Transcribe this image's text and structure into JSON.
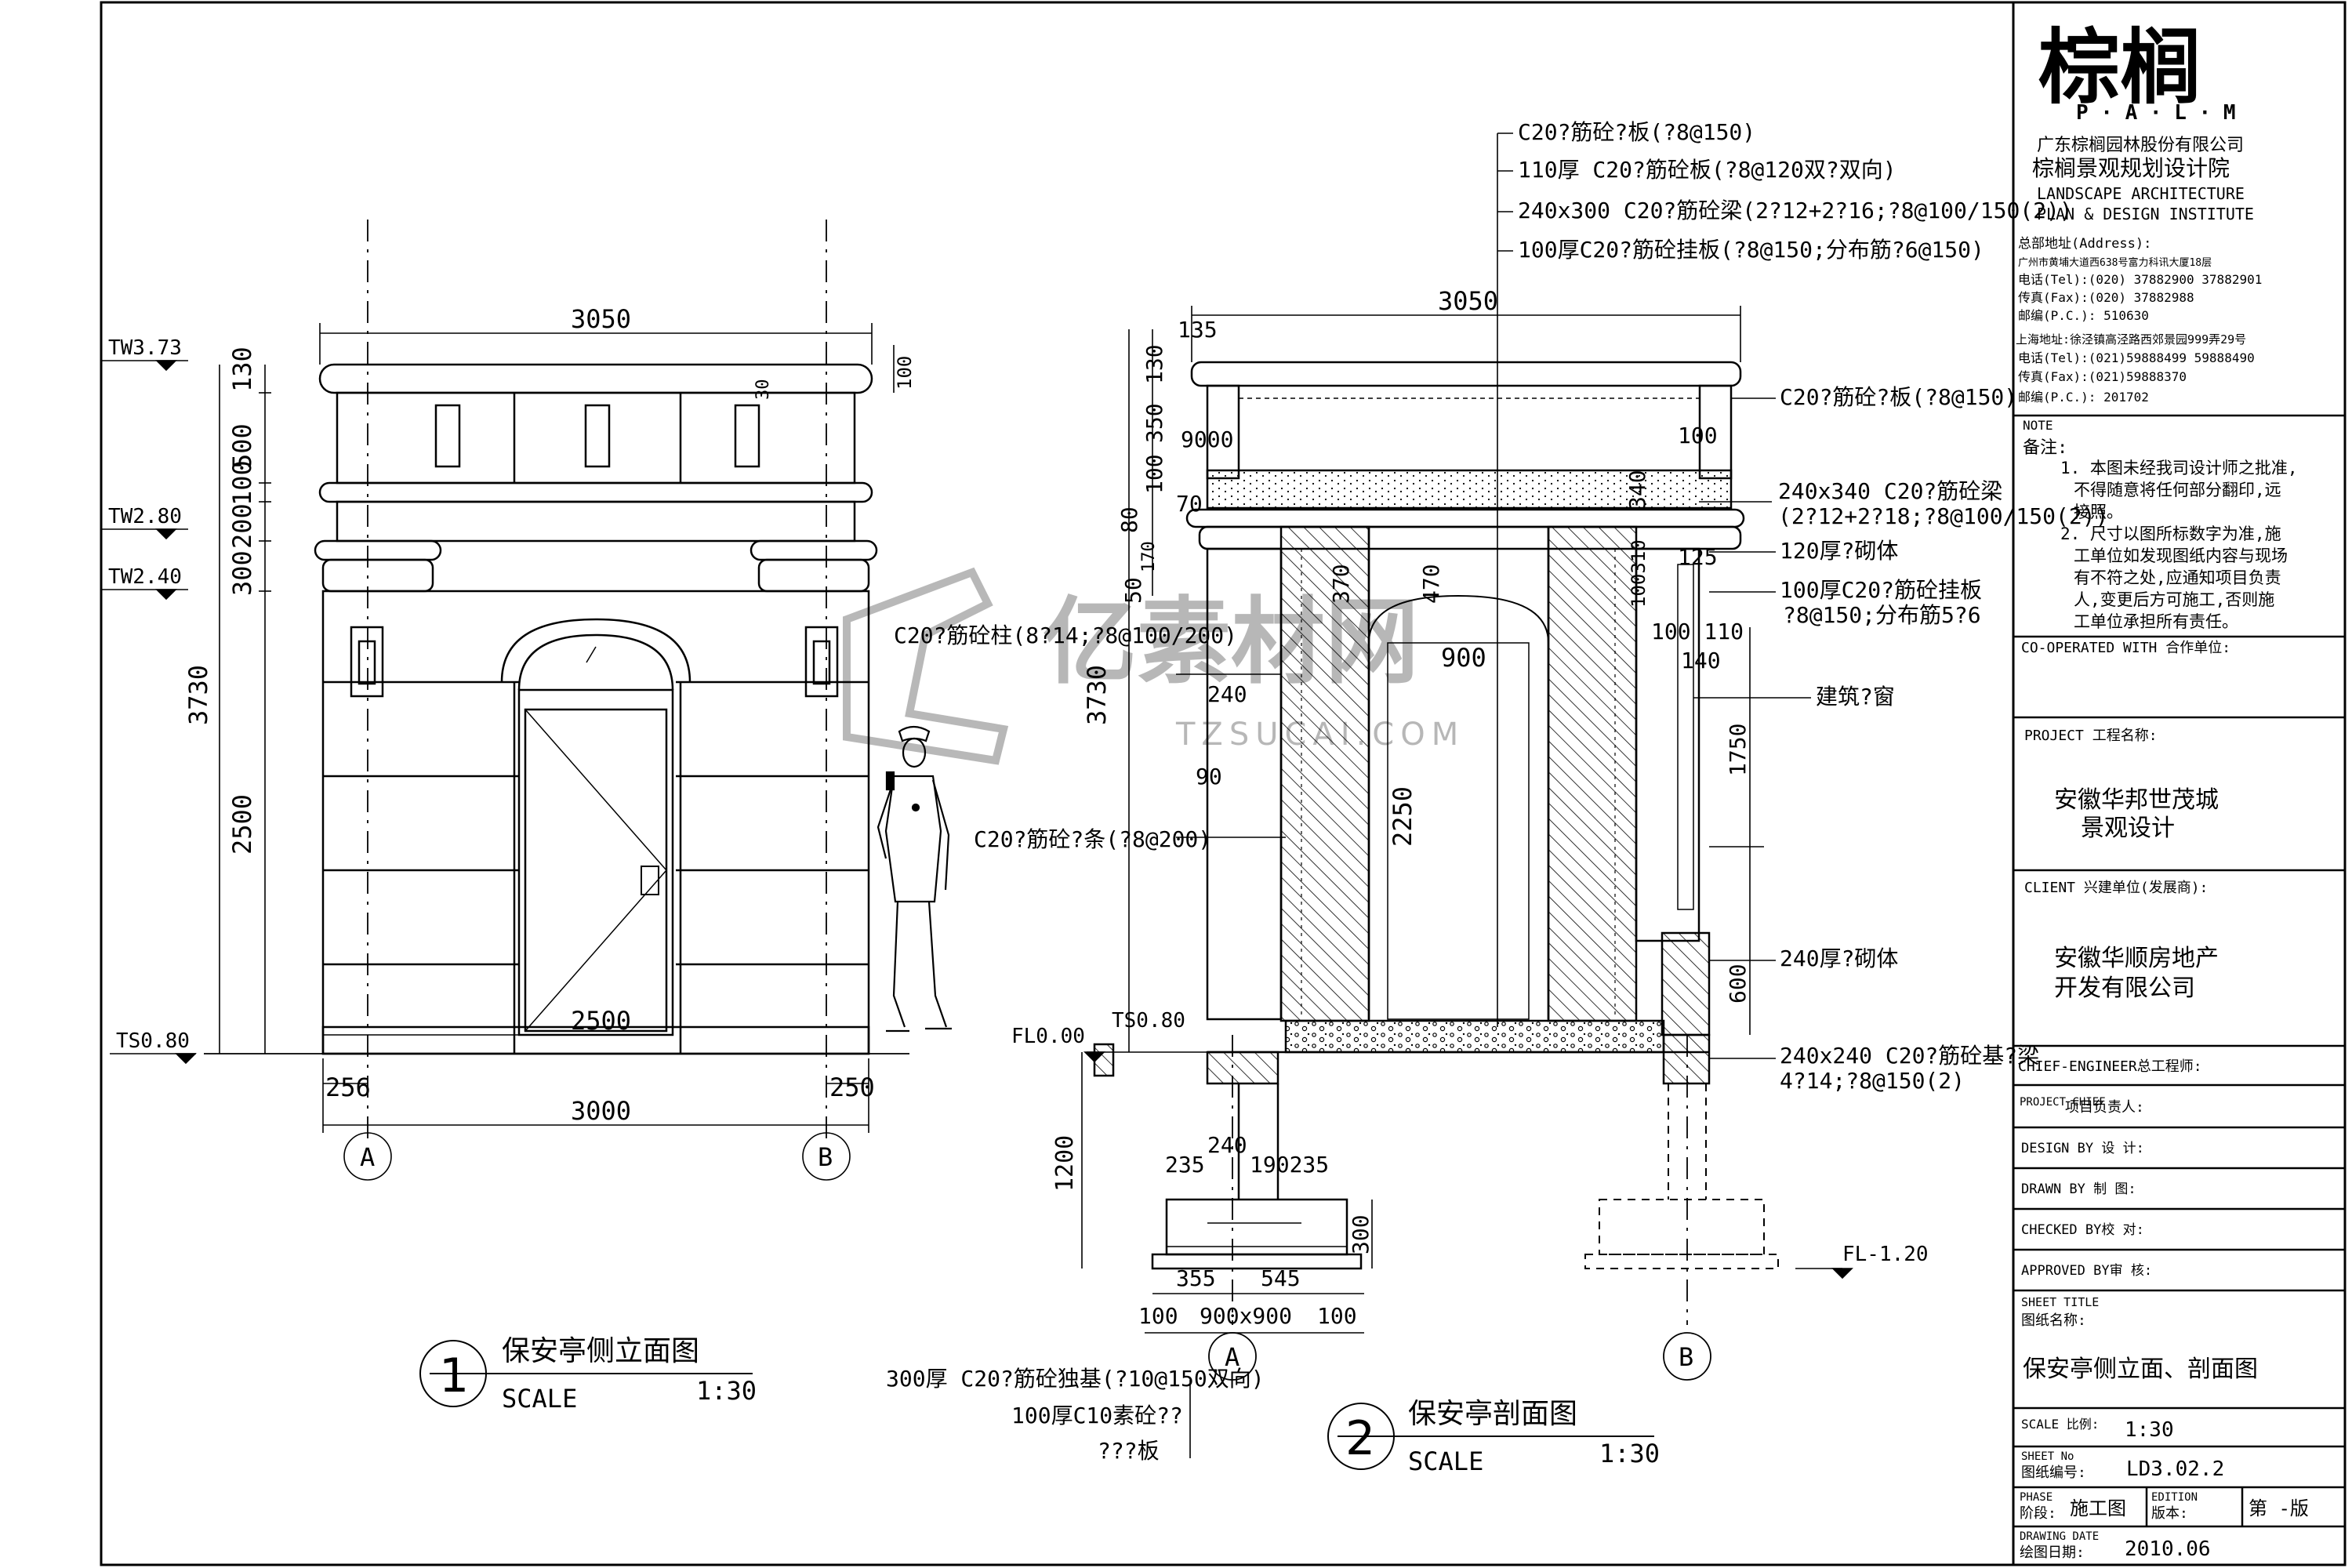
{
  "elevation": {
    "title": "保安亭侧立面图",
    "number": "1",
    "scale_word": "SCALE",
    "scale": "1:30",
    "dims": {
      "top_width": "3050",
      "door_width": "2500",
      "base_width": "3000",
      "left_offset": "256",
      "right_offset": "250",
      "v130": "130",
      "v500": "500",
      "v100": "100",
      "v200": "200",
      "v300": "300",
      "v2500": "2500",
      "total_height": "3730",
      "top_right_100": "100",
      "top_right_30": "30"
    },
    "levels": {
      "tw1": "TW3.73",
      "tw2": "TW2.80",
      "tw3": "TW2.40",
      "ts": "TS0.80"
    },
    "axes": {
      "a": "A",
      "b": "B"
    }
  },
  "section": {
    "title": "保安亭剖面图",
    "number": "2",
    "scale_word": "SCALE",
    "scale": "1:30",
    "top_width": "3050",
    "top_notes": [
      "C20?筋砼?板(?8@150)",
      "110厚 C20?筋砼板(?8@120双?双向)",
      "240x300 C20?筋砼梁(2?12+2?16;?8@100/150(2))",
      "100厚C20?筋砼挂板(?8@150;分布筋?6@150)"
    ],
    "right_notes": [
      "C20?筋砼?板(?8@150)",
      "240x340 C20?筋砼梁",
      "(2?12+2?18;?8@100/150(2))",
      "120厚?砌体",
      "100厚C20?筋砼挂板",
      "?8@150;分布筋5?6",
      "建筑?窗",
      "240厚?砌体",
      "240x240 C20?筋砼基?梁",
      "4?14;?8@150(2)"
    ],
    "left_notes": [
      "C20?筋砼柱(8?14;?8@100/200)",
      "C20?筋砼?条(?8@200)"
    ],
    "bottom_notes": [
      "300厚 C20?筋砼独基(?10@150双向)",
      "100厚C10素砼??",
      "???板"
    ],
    "dims": {
      "d135": "135",
      "d130": "130",
      "d350": "350",
      "d100": "100",
      "d80": "80",
      "d70": "70",
      "d50": "50",
      "d3730": "3730",
      "d9000": "9000",
      "d100r": "100",
      "d170": "170",
      "d340": "340",
      "d370": "370",
      "d470": "470",
      "d900": "900",
      "d240": "240",
      "d90": "90",
      "d2250": "2250",
      "d100310": "100310",
      "d100_110": "100 110",
      "d140": "140",
      "d125": "125",
      "d1750": "1750",
      "d600": "600",
      "d1200": "1200",
      "d300": "300",
      "d235": "235",
      "d240b": "240",
      "d190235": "190235",
      "d355": "355",
      "d545": "545",
      "d100a": "100",
      "d900x900": "900x900",
      "d100b": "100"
    },
    "levels": {
      "fl0": "FL0.00",
      "ts": "TS0.80",
      "fl_neg": "FL-1.20"
    },
    "axes": {
      "a": "A",
      "b": "B"
    }
  },
  "watermark": {
    "brand": "亿素材网",
    "url": "TZSUCAI.COM"
  },
  "title_block": {
    "logo": "棕榈",
    "logo_sub": "P · A · L · M",
    "company": "广东棕榈园林股份有限公司",
    "institute": "棕榈景观规划设计院",
    "institute_en1": "LANDSCAPE  ARCHITECTURE",
    "institute_en2": "PLAN & DESIGN INSTITUTE",
    "address_lines": [
      "总部地址(Address):",
      "广州市黄埔大道西638号富力科讯大厦18层",
      "电话(Tel):(020) 37882900 37882901",
      "传真(Fax):(020) 37882988",
      "邮编(P.C.): 510630",
      "上海地址:徐泾镇高泾路西郊景园999弄29号",
      "电话(Tel):(021)59888499 59888490",
      "传真(Fax):(021)59888370",
      "邮编(P.C.): 201702"
    ],
    "note_en": "NOTE",
    "note_cn": "备注:",
    "note_lines": [
      "1. 本图未经我司设计师之批准,",
      "不得随意将任何部分翻印,远",
      "接照。",
      "2. 尺寸以图所标数字为准,施",
      "工单位如发现图纸内容与现场",
      "有不符之处,应通知项目负责",
      "人,变更后方可施工,否则施",
      "工单位承担所有责任。"
    ],
    "cooperated": "CO-OPERATED WITH 合作单位:",
    "project_label": "PROJECT 工程名称:",
    "project_name": [
      "安徽华邦世茂城",
      "景观设计"
    ],
    "client_label": "CLIENT 兴建单位(发展商):",
    "client_name": [
      "安徽华顺房地产",
      "开发有限公司"
    ],
    "chief_engineer": "CHIEF-ENGINEER总工程师:",
    "project_chief_en": "PROJECT CHIEF",
    "project_chief_cn": "项目负责人:",
    "design_by": "DESIGN BY 设  计:",
    "drawn_by": "DRAWN BY  制  图:",
    "checked_by": "CHECKED BY校  对:",
    "approved_by": "APPROVED BY审  核:",
    "sheet_title_label": "SHEET TITLE",
    "sheet_title_cn": "图纸名称:",
    "sheet_title": "保安亭侧立面、剖面图",
    "scale_label": "SCALE 比例:",
    "scale_value": "1:30",
    "sheet_no_label_en": "SHEET No",
    "sheet_no_label_cn": "图纸编号:",
    "sheet_no": "LD3.02.2",
    "phase_en": "PHASE",
    "phase_cn": "阶段:",
    "phase": "施工图",
    "edition_en": "EDITION",
    "edition_cn": "版本:",
    "edition": "第 -版",
    "date_en": "DRAWING DATE",
    "date_cn": "绘图日期:",
    "date": "2010.06"
  }
}
